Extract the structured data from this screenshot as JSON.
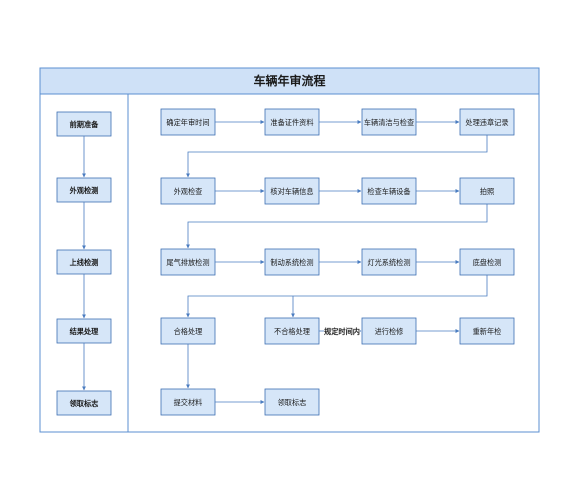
{
  "title": "车辆年审流程",
  "stages": [
    "前期准备",
    "外观检测",
    "上线检测",
    "结果处理",
    "领取标志"
  ],
  "rows": [
    [
      "确定年审时间",
      "准备证件资料",
      "车辆清洁与检查",
      "处理违章记录"
    ],
    [
      "外观检查",
      "核对车辆信息",
      "检查车辆设备",
      "拍照"
    ],
    [
      "尾气排放检测",
      "制动系统检测",
      "灯光系统检测",
      "底盘检测"
    ],
    [
      "合格处理",
      "不合格处理",
      "进行检修",
      "重新年检"
    ],
    [
      "提交材料",
      "领取标志"
    ]
  ],
  "edge_label": "规定时间内",
  "colors": {
    "box_fill": "#d6e6f8",
    "box_stroke": "#3d6fb2",
    "title_fill": "#cfe1f7",
    "line": "#4a7cc0"
  }
}
